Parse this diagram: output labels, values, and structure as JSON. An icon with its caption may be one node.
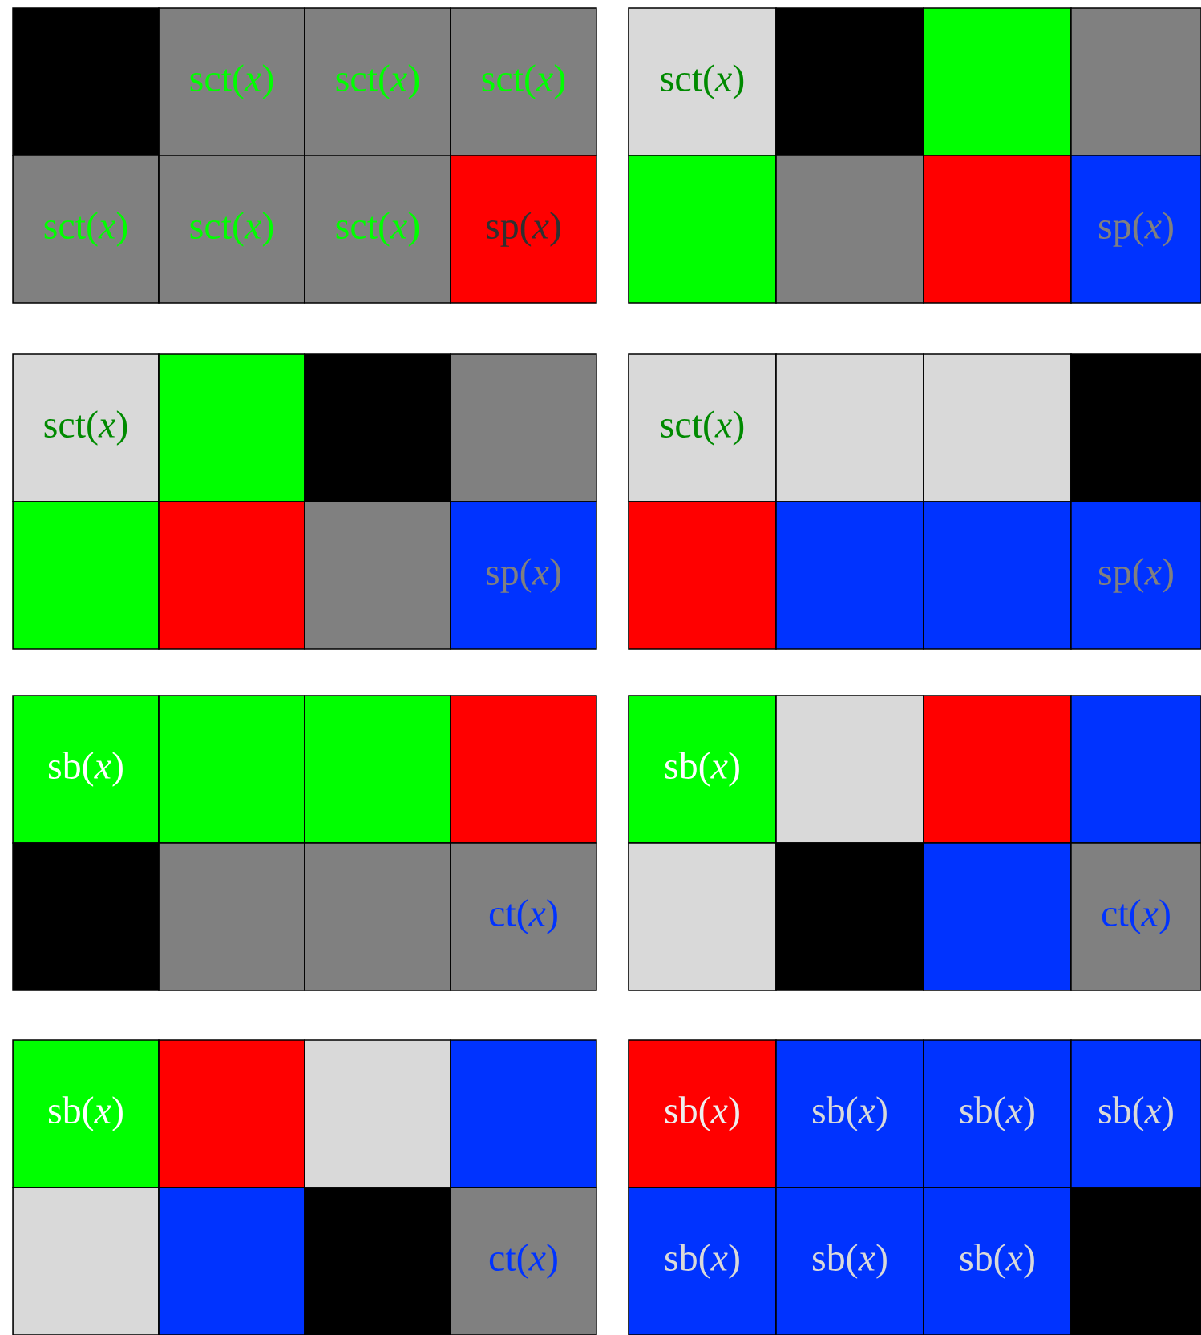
{
  "diagram": {
    "nodes": [
      {
        "text": [],
        "shape": "box"
      },
      {
        "text": [
          "sct(*x*)"
        ]
      },
      {
        "text": [
          "sct(*x*)"
        ]
      },
      {
        "text": [
          "sct(*x*)"
        ]
      },
      {
        "text": [
          "sct(*x*)"
        ]
      },
      {
        "text": [
          "sct(*x*)"
        ]
      },
      {
        "text": [
          "sct(*x*)"
        ]
      },
      {
        "text": [
          "sp(*x*)"
        ]
      },
      {
        "text": [
          "sct(*x*)"
        ]
      },
      {
        "text": [],
        "shape": "box"
      },
      {
        "text": [],
        "shape": "box"
      },
      {
        "text": [],
        "shape": "box"
      },
      {
        "text": [],
        "shape": "box"
      },
      {
        "text": [],
        "shape": "box"
      },
      {
        "text": [],
        "shape": "box"
      },
      {
        "text": [
          "sp(*x*)"
        ]
      },
      {
        "text": [
          "sct(*x*)"
        ]
      },
      {
        "text": [],
        "shape": "box"
      },
      {
        "text": [],
        "shape": "box"
      },
      {
        "text": [],
        "shape": "box"
      },
      {
        "text": [],
        "shape": "box"
      },
      {
        "text": [],
        "shape": "box"
      },
      {
        "text": [],
        "shape": "box"
      },
      {
        "text": [
          "sp(*x*)"
        ]
      },
      {
        "text": [
          "sct(*x*)"
        ]
      },
      {
        "text": [],
        "shape": "box"
      },
      {
        "text": [],
        "shape": "box"
      },
      {
        "text": [],
        "shape": "box"
      },
      {
        "text": [],
        "shape": "box"
      },
      {
        "text": [],
        "shape": "box"
      },
      {
        "text": [],
        "shape": "box"
      },
      {
        "text": [
          "sp(*x*)"
        ]
      },
      {
        "text": [
          "sb(*x*)"
        ]
      },
      {
        "text": [],
        "shape": "box"
      },
      {
        "text": [],
        "shape": "box"
      },
      {
        "text": [],
        "shape": "box"
      },
      {
        "text": [],
        "shape": "box"
      },
      {
        "text": [],
        "shape": "box"
      },
      {
        "text": [],
        "shape": "box"
      },
      {
        "text": [
          "ct(*x*)"
        ]
      },
      {
        "text": [
          "sb(*x*)"
        ]
      },
      {
        "text": [],
        "shape": "box"
      },
      {
        "text": [],
        "shape": "box"
      },
      {
        "text": [],
        "shape": "box"
      },
      {
        "text": [],
        "shape": "box"
      },
      {
        "text": [],
        "shape": "box"
      },
      {
        "text": [],
        "shape": "box"
      },
      {
        "text": [
          "ct(*x*)"
        ]
      },
      {
        "text": [
          "sb(*x*)"
        ]
      },
      {
        "text": [],
        "shape": "box"
      },
      {
        "text": [],
        "shape": "box"
      },
      {
        "text": [],
        "shape": "box"
      },
      {
        "text": [],
        "shape": "box"
      },
      {
        "text": [],
        "shape": "box"
      },
      {
        "text": [],
        "shape": "box"
      },
      {
        "text": [
          "ct(*x*)"
        ]
      },
      {
        "text": [
          "sb(*x*)"
        ]
      },
      {
        "text": [
          "sb(*x*)"
        ]
      },
      {
        "text": [
          "sb(*x*)"
        ]
      },
      {
        "text": [
          "sb(*x*)"
        ]
      },
      {
        "text": [
          "sb(*x*)"
        ]
      },
      {
        "text": [
          "sb(*x*)"
        ]
      },
      {
        "text": [
          "sb(*x*)"
        ]
      },
      {
        "text": [],
        "shape": "box"
      }
    ]
  }
}
